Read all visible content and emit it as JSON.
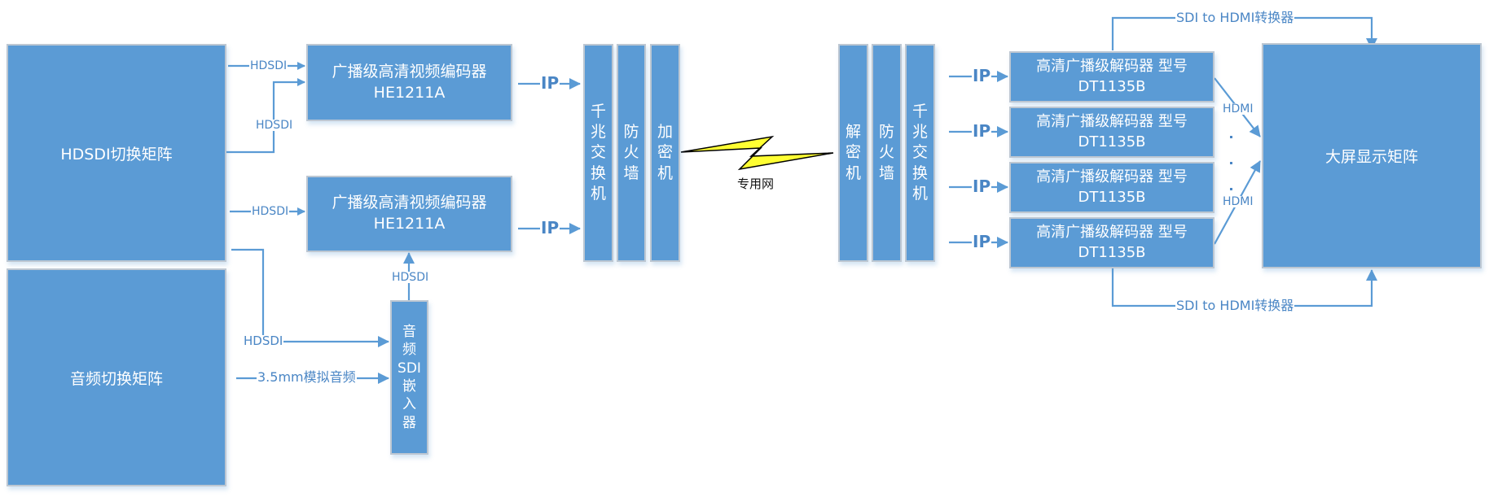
{
  "colors": {
    "box_fill": "#5b9bd5",
    "wire": "#5b9bd5",
    "label_text": "#4a86c5",
    "lightning_fill": "#ffff33"
  },
  "sources": {
    "hdsdi_matrix": "HDSDI切换矩阵",
    "audio_matrix": "音频切换矩阵"
  },
  "encoders": [
    {
      "name": "广播级高清视频编码器",
      "model": "HE1211A"
    },
    {
      "name": "广播级高清视频编码器",
      "model": "HE1211A"
    }
  ],
  "embedder": {
    "chars": [
      "音",
      "频",
      "SDI",
      "嵌",
      "入",
      "器"
    ]
  },
  "sender_stack": [
    {
      "chars": [
        "千",
        "兆",
        "交",
        "换",
        "机"
      ]
    },
    {
      "chars": [
        "防",
        "火",
        "墙"
      ]
    },
    {
      "chars": [
        "加",
        "密",
        "机"
      ]
    }
  ],
  "network_label": "专用网",
  "receiver_stack": [
    {
      "chars": [
        "解",
        "密",
        "机"
      ]
    },
    {
      "chars": [
        "防",
        "火",
        "墙"
      ]
    },
    {
      "chars": [
        "千",
        "兆",
        "交",
        "换",
        "机"
      ]
    }
  ],
  "decoders": [
    {
      "name": "高清广播级解码器 型号",
      "model": "DT1135B"
    },
    {
      "name": "高清广播级解码器 型号",
      "model": "DT1135B"
    },
    {
      "name": "高清广播级解码器 型号",
      "model": "DT1135B"
    },
    {
      "name": "高清广播级解码器 型号",
      "model": "DT1135B"
    }
  ],
  "display_matrix": "大屏显示矩阵",
  "links": {
    "hdsdi": "HDSDI",
    "ip": "IP",
    "analog_audio": "3.5mm模拟音频",
    "hdmi": "HDMI",
    "converter": "SDI to HDMI转换器"
  }
}
